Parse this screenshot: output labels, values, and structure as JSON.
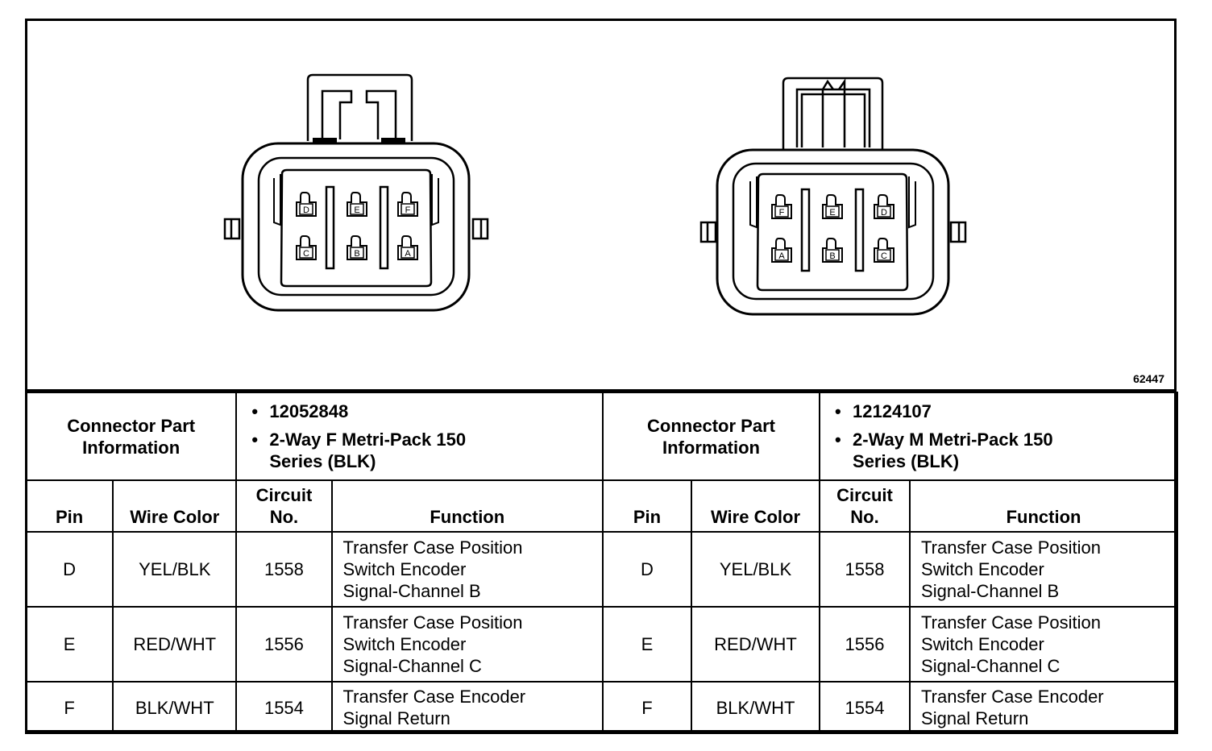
{
  "figure_number": "62447",
  "connectors": [
    {
      "cavity_labels_top": [
        "D",
        "E",
        "F"
      ],
      "cavity_labels_bottom": [
        "C",
        "B",
        "A"
      ],
      "part_info_label": "Connector Part Information",
      "part_info_label_line1": "Connector Part",
      "part_info_label_line2": "Information",
      "part_number": "12052848",
      "description_line1": "2-Way F Metri-Pack 150",
      "description_line2": "Series (BLK)",
      "columns": {
        "pin": "Pin",
        "wire_color": "Wire Color",
        "circuit_line1": "Circuit",
        "circuit_line2": "No.",
        "function": "Function"
      },
      "rows": [
        {
          "pin": "D",
          "wire_color": "YEL/BLK",
          "circuit": "1558",
          "function": [
            "Transfer Case Position",
            "Switch Encoder",
            "Signal-Channel B"
          ]
        },
        {
          "pin": "E",
          "wire_color": "RED/WHT",
          "circuit": "1556",
          "function": [
            "Transfer Case Position",
            "Switch Encoder",
            "Signal-Channel C"
          ]
        },
        {
          "pin": "F",
          "wire_color": "BLK/WHT",
          "circuit": "1554",
          "function": [
            "Transfer Case Encoder",
            "Signal Return"
          ]
        }
      ]
    },
    {
      "cavity_labels_top": [
        "F",
        "E",
        "D"
      ],
      "cavity_labels_bottom": [
        "A",
        "B",
        "C"
      ],
      "part_info_label": "Connector Part Information",
      "part_info_label_line1": "Connector Part",
      "part_info_label_line2": "Information",
      "part_number": "12124107",
      "description_line1": "2-Way M Metri-Pack 150",
      "description_line2": "Series (BLK)",
      "columns": {
        "pin": "Pin",
        "wire_color": "Wire Color",
        "circuit_line1": "Circuit",
        "circuit_line2": "No.",
        "function": "Function"
      },
      "rows": [
        {
          "pin": "D",
          "wire_color": "YEL/BLK",
          "circuit": "1558",
          "function": [
            "Transfer Case Position",
            "Switch Encoder",
            "Signal-Channel B"
          ]
        },
        {
          "pin": "E",
          "wire_color": "RED/WHT",
          "circuit": "1556",
          "function": [
            "Transfer Case Position",
            "Switch Encoder",
            "Signal-Channel C"
          ]
        },
        {
          "pin": "F",
          "wire_color": "BLK/WHT",
          "circuit": "1554",
          "function": [
            "Transfer Case Encoder",
            "Signal Return"
          ]
        }
      ]
    }
  ]
}
